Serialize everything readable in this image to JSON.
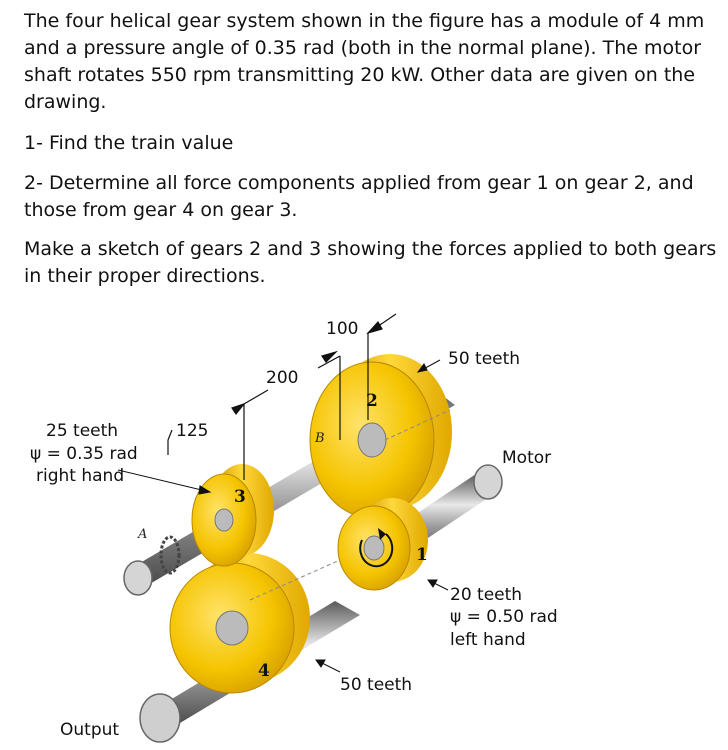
{
  "problem": {
    "intro": "The four helical gear system shown in the figure has a module of 4 mm and a pressure angle of 0.35 rad (both in the normal plane). The motor shaft rotates 550 rpm transmitting 20 kW. Other data are given on the drawing.",
    "q1": "1- Find the train value",
    "q2": "2- Determine all force components applied from gear 1 on gear 2, and those from gear 4 on gear 3.",
    "q3": "Make a sketch of gears 2 and 3 showing the forces applied to both gears in their proper directions."
  },
  "figure": {
    "dim_100": "100",
    "dim_200": "200",
    "dim_125": "125",
    "gear2_teeth": "50 teeth",
    "motor": "Motor",
    "gear3_teeth": "25 teeth",
    "gear3_helix": "ψ = 0.35 rad",
    "gear3_hand": "right hand",
    "gear1_teeth": "20 teeth",
    "gear1_helix": "ψ = 0.50 rad",
    "gear1_hand": "left hand",
    "gear4_teeth": "50 teeth",
    "output": "Output",
    "gear_num_1": "1",
    "gear_num_2": "2",
    "gear_num_3": "3",
    "gear_num_4": "4",
    "bearing_a": "A",
    "bearing_b": "B"
  },
  "colors": {
    "gear_gold": "#f2c200",
    "gear_shade": "#d9a300",
    "shaft_gray": "#8a8a8a"
  }
}
